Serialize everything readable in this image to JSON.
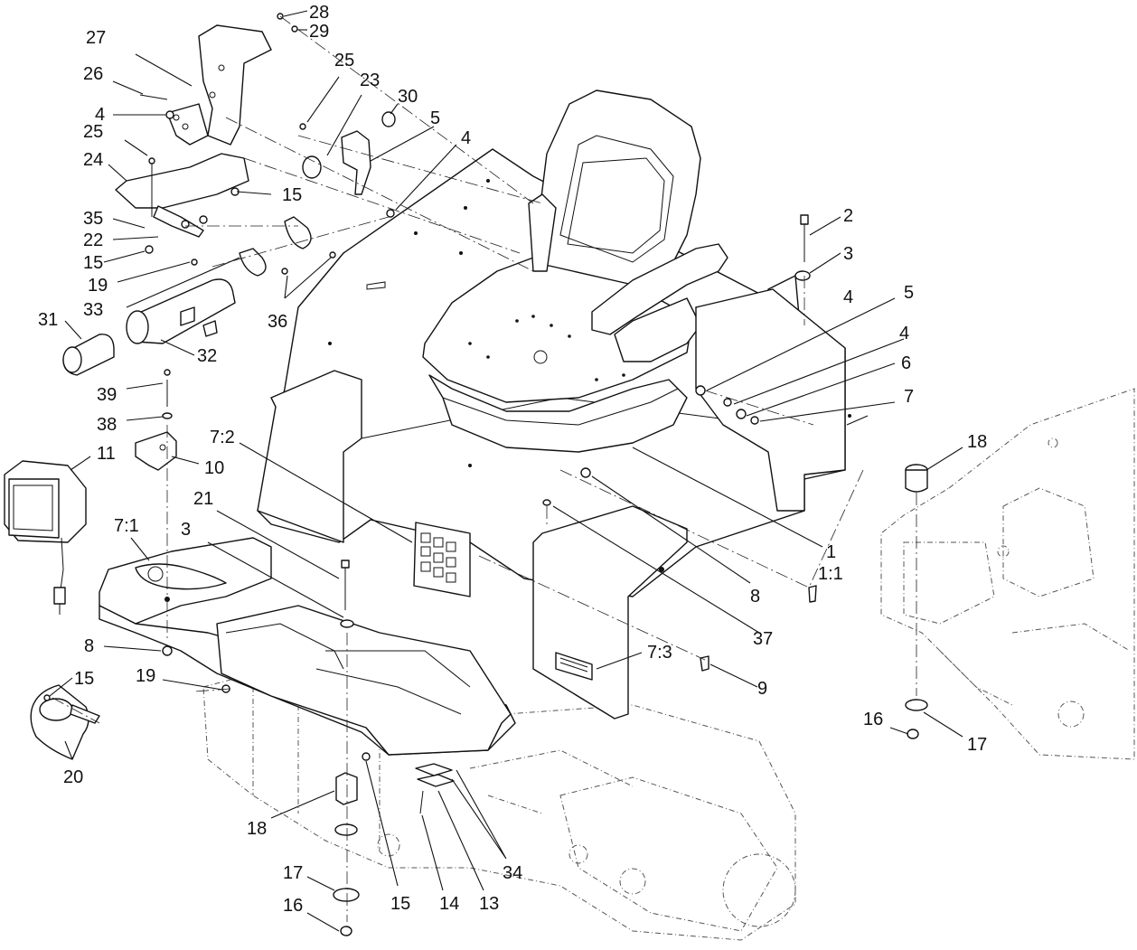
{
  "callouts": [
    {
      "id": "c28a",
      "label": "28"
    },
    {
      "id": "c29a",
      "label": "29"
    },
    {
      "id": "c27",
      "label": "27"
    },
    {
      "id": "c26",
      "label": "26"
    },
    {
      "id": "c25a",
      "label": "25"
    },
    {
      "id": "c23",
      "label": "23"
    },
    {
      "id": "c30",
      "label": "30"
    },
    {
      "id": "c5a",
      "label": "5"
    },
    {
      "id": "c4a",
      "label": "4"
    },
    {
      "id": "c4b",
      "label": "4"
    },
    {
      "id": "c25b",
      "label": "25"
    },
    {
      "id": "c24",
      "label": "24"
    },
    {
      "id": "c15a",
      "label": "15"
    },
    {
      "id": "c35",
      "label": "35"
    },
    {
      "id": "c22",
      "label": "22"
    },
    {
      "id": "c15b",
      "label": "15"
    },
    {
      "id": "c19a",
      "label": "19"
    },
    {
      "id": "c33",
      "label": "33"
    },
    {
      "id": "c36",
      "label": "36"
    },
    {
      "id": "c31",
      "label": "31"
    },
    {
      "id": "c32",
      "label": "32"
    },
    {
      "id": "c2",
      "label": "2"
    },
    {
      "id": "c3a",
      "label": "3"
    },
    {
      "id": "c4c",
      "label": "4"
    },
    {
      "id": "c5b",
      "label": "5"
    },
    {
      "id": "c4d",
      "label": "4"
    },
    {
      "id": "c6",
      "label": "6"
    },
    {
      "id": "c7",
      "label": "7"
    },
    {
      "id": "c39",
      "label": "39"
    },
    {
      "id": "c38",
      "label": "38"
    },
    {
      "id": "c11",
      "label": "11"
    },
    {
      "id": "c10",
      "label": "10"
    },
    {
      "id": "c72",
      "label": "7:2"
    },
    {
      "id": "c21",
      "label": "21"
    },
    {
      "id": "c3b",
      "label": "3"
    },
    {
      "id": "c71",
      "label": "7:1"
    },
    {
      "id": "c18a",
      "label": "18"
    },
    {
      "id": "c1",
      "label": "1"
    },
    {
      "id": "c11b",
      "label": "1:1"
    },
    {
      "id": "c8a",
      "label": "8"
    },
    {
      "id": "c37",
      "label": "37"
    },
    {
      "id": "c8b",
      "label": "8"
    },
    {
      "id": "c73",
      "label": "7:3"
    },
    {
      "id": "c9",
      "label": "9"
    },
    {
      "id": "c15c",
      "label": "15"
    },
    {
      "id": "c19b",
      "label": "19"
    },
    {
      "id": "c20",
      "label": "20"
    },
    {
      "id": "c16a",
      "label": "16"
    },
    {
      "id": "c17a",
      "label": "17"
    },
    {
      "id": "c18b",
      "label": "18"
    },
    {
      "id": "c17b",
      "label": "17"
    },
    {
      "id": "c16b",
      "label": "16"
    },
    {
      "id": "c15d",
      "label": "15"
    },
    {
      "id": "c14",
      "label": "14"
    },
    {
      "id": "c13",
      "label": "13"
    },
    {
      "id": "c34",
      "label": "34"
    }
  ]
}
